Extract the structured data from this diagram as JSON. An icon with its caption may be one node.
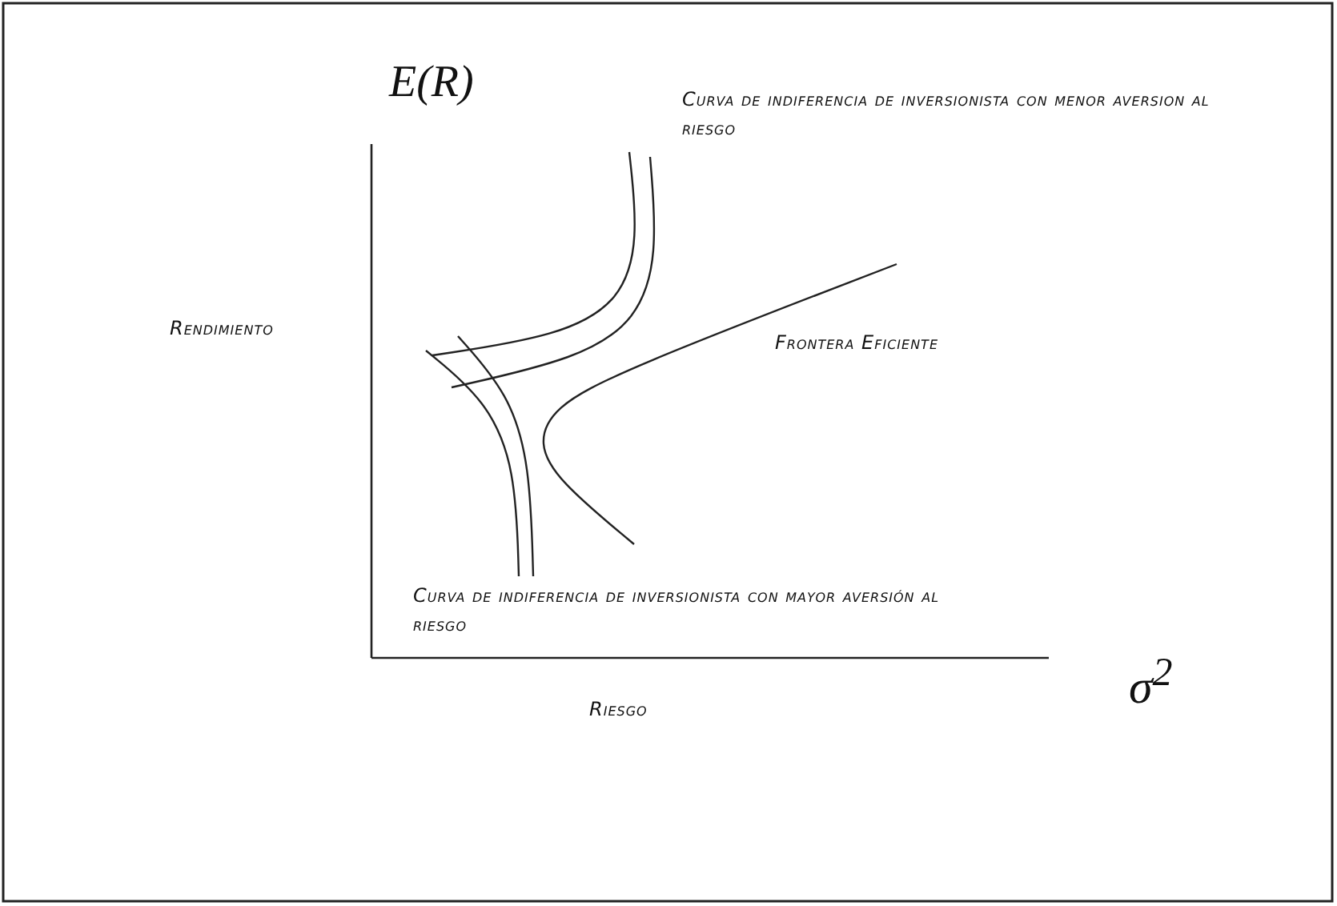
{
  "diagram": {
    "labels": [
      "E(R)",
      "Curva de indiferencia de inversionista con menor aversion al riesgo",
      "Rendimiento",
      "Frontera Eficiente",
      "Curva de indiferencia de inversionista con mayor aversión al riesgo",
      "σ$^{2}$",
      "Riesgo"
    ]
  }
}
